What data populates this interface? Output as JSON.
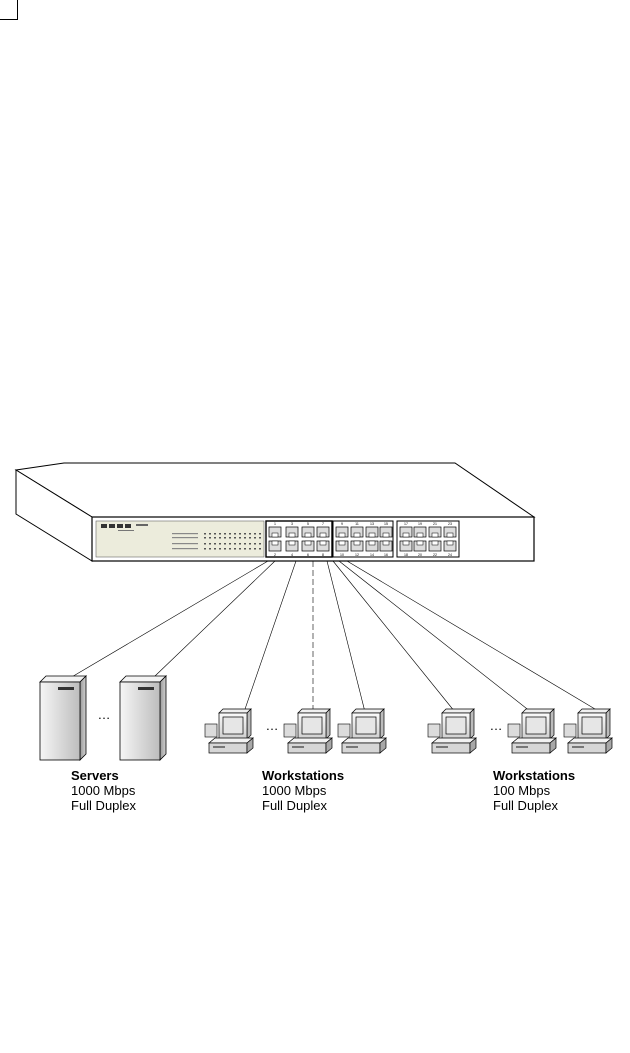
{
  "groups": [
    {
      "title": "Servers",
      "speed": "1000 Mbps",
      "duplex": "Full Duplex"
    },
    {
      "title": "Workstations",
      "speed": "1000 Mbps",
      "duplex": "Full Duplex"
    },
    {
      "title": "Workstations",
      "speed": "100 Mbps",
      "duplex": "Full Duplex"
    }
  ],
  "ellipsis": "…",
  "switch": {
    "upper_port_numbers": [
      "1",
      "3",
      "5",
      "7",
      "9",
      "11",
      "13",
      "15",
      "17",
      "19",
      "21",
      "23"
    ],
    "lower_port_numbers": [
      "2",
      "4",
      "6",
      "8",
      "10",
      "12",
      "14",
      "16",
      "18",
      "20",
      "22",
      "24"
    ]
  },
  "colors": {
    "line": "#000000",
    "panel": "#ececdc",
    "port": "#dcdcdc",
    "pc_screen": "#e6e6e6",
    "server_body": "#d8d8d8"
  }
}
